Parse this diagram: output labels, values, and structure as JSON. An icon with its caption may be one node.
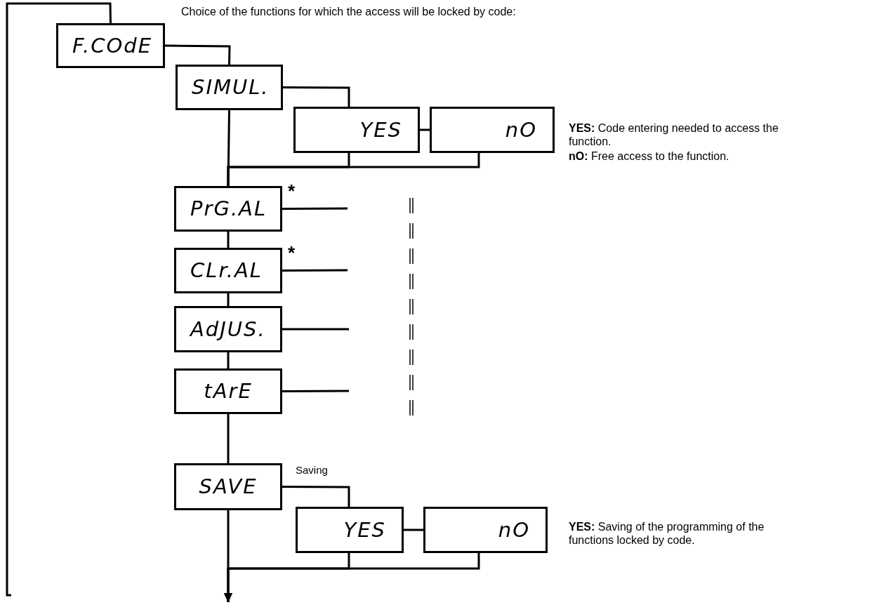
{
  "diagram": {
    "nodes": [
      {
        "text": [
          "F.COdE"
        ]
      },
      {
        "text": [
          "SIMUL."
        ]
      },
      {
        "text": [
          "YES"
        ]
      },
      {
        "text": [
          "nO"
        ]
      },
      {
        "text": [
          "PrG.AL"
        ],
        "beside": [
          "*"
        ]
      },
      {
        "text": [
          "CLr.AL"
        ],
        "beside": [
          "*"
        ]
      },
      {
        "text": [
          "AdJUS."
        ]
      },
      {
        "text": [
          "tArE"
        ]
      },
      {
        "text": [
          "SAVE"
        ]
      },
      {
        "text": [
          "YES"
        ]
      },
      {
        "text": [
          "nO"
        ]
      }
    ],
    "edges": [
      {
        "from": null,
        "to": 0,
        "arrow": "none"
      },
      {
        "from": 0,
        "to": 1,
        "arrow": "none"
      },
      {
        "from": 1,
        "to": 2,
        "arrow": "none"
      },
      {
        "from": 2,
        "to": 3,
        "arrow": "none"
      },
      {
        "from": 1,
        "to": 4,
        "arrow": "none"
      },
      {
        "from": 2,
        "to": 4,
        "arrow": "none"
      },
      {
        "from": 3,
        "to": 4,
        "arrow": "none"
      },
      {
        "from": 4,
        "to": null,
        "arrow": "none"
      },
      {
        "from": 4,
        "to": 5,
        "arrow": "none"
      },
      {
        "from": 5,
        "to": null,
        "arrow": "none"
      },
      {
        "from": 5,
        "to": 6,
        "arrow": "none"
      },
      {
        "from": 6,
        "to": null,
        "arrow": "none"
      },
      {
        "from": 6,
        "to": 7,
        "arrow": "none"
      },
      {
        "from": 7,
        "to": null,
        "arrow": "none"
      },
      {
        "from": 7,
        "to": 8,
        "arrow": "none"
      },
      {
        "from": 8,
        "to": 9,
        "arrow": "none",
        "label": "Saving"
      },
      {
        "from": 9,
        "to": 10,
        "arrow": "none"
      },
      {
        "from": 8,
        "to": null,
        "arrow": "to"
      },
      {
        "from": 9,
        "to": null,
        "arrow": "to"
      },
      {
        "from": 10,
        "to": null,
        "arrow": "to"
      }
    ],
    "labels": [
      "Choice of the functions for which the access will be locked by code:",
      "**YES:** Code entering needed to access the function.",
      "**nO:** Free access to the function.",
      "**YES:** Saving of the programming of the functions locked by code."
    ]
  }
}
